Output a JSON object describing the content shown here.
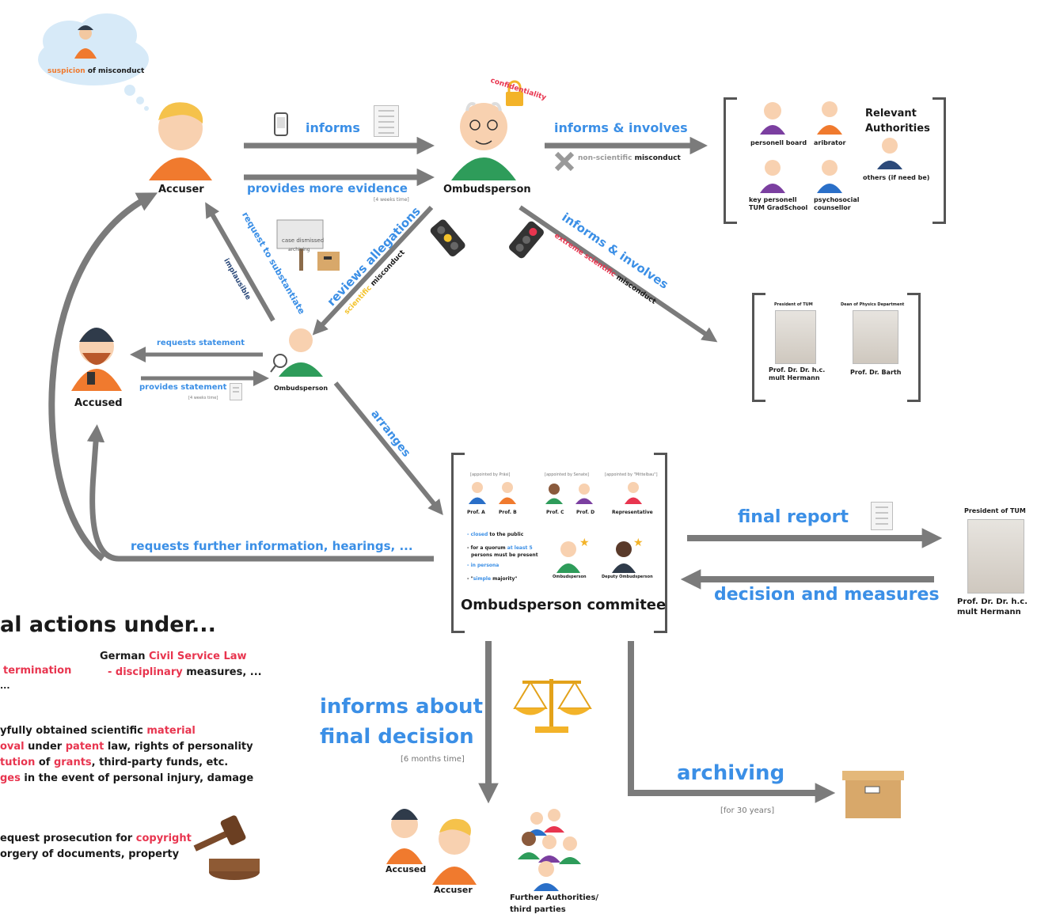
{
  "cloud": {
    "suspicion": "suspicion",
    "of_misconduct": "of misconduct"
  },
  "roles": {
    "accuser": "Accuser",
    "ombudsperson": "Ombudsperson",
    "accused": "Accused",
    "ombudsperson_small": "Ombudsperson",
    "confidentiality": "confidentiality"
  },
  "edges": {
    "informs": "informs",
    "provides_more_evidence": "provides more evidence",
    "weeks_small": "[4 weeks time]",
    "informs_involves": "informs & involves",
    "non_scientific": "non-scientific",
    "misconduct": "misconduct",
    "request_to_substantiate": "request to substantiate",
    "implausible": "implausible",
    "reviews_allegations": "reviews allegations",
    "scientific": "scientific",
    "informs_involves_2": "informs & involves",
    "extreme_scientific": "extreme scientific",
    "requests_statement": "requests statement",
    "provides_statement": "provides statement",
    "arranges": "arranges",
    "requests_further": "requests further information, hearings, ...",
    "final_report": "final report",
    "decision_measures": "decision and measures",
    "informs_about": "informs about",
    "final_decision": "final decision",
    "six_months": "[6 months time]",
    "archiving": "archiving",
    "thirty_years": "[for 30 years]"
  },
  "sign": {
    "case_dismissed": "case dismissed",
    "archiving": "archiving"
  },
  "authorities": {
    "title_line1": "Relevant",
    "title_line2": "Authorities",
    "personell_board": "personell board",
    "arbitrator": "aribrator",
    "others": "others (if need be)",
    "key_personell_1": "key personell",
    "key_personell_2": "TUM GradSchool",
    "psychosocial_1": "psychosocial",
    "psychosocial_2": "counsellor"
  },
  "leaders": {
    "president_title": "President of TUM",
    "dean_title": "Dean of Physics Department",
    "hermann_1": "Prof. Dr. Dr. h.c.",
    "hermann_2": "mult Hermann",
    "barth": "Prof. Dr. Barth"
  },
  "committee": {
    "title": "Ombudsperson commitee",
    "appointed_a": "[appointed by Präsi]",
    "appointed_b": "[appointed by Senate]",
    "appointed_c": "[appointed by \"Mittelbau\"]",
    "prof_a": "Prof. A",
    "prof_b": "Prof. B",
    "prof_c": "Prof. C",
    "prof_d": "Prof. D",
    "representative": "Representative",
    "rule1_a": "- closed",
    "rule1_b": " to the public",
    "rule2_a": "- for a quorum ",
    "rule2_b": "at least 5",
    "rule2_c": "persons must be present",
    "rule3": "- in persona",
    "rule4_a": "- \"",
    "rule4_b": "simple",
    "rule4_c": " majority\"",
    "ombudsperson": "Ombudsperson",
    "deputy": "Deputy Ombudsperson"
  },
  "president_right": {
    "title": "President of TUM",
    "name1": "Prof. Dr. Dr. h.c.",
    "name2": "mult Hermann"
  },
  "bottom": {
    "accused": "Accused",
    "accuser": "Accuser",
    "further_1": "Further Authorities/",
    "further_2": "third parties"
  },
  "legal": {
    "heading": "al actions under...",
    "civil_service_1": "German ",
    "civil_service_2": "Civil Service Law",
    "disciplinary_1": "- disciplinary",
    "disciplinary_2": " measures, ...",
    "termination": "termination",
    "ellipsis": "...",
    "line1_a": "yfully obtained scientific ",
    "line1_b": "material",
    "line2_a": "oval",
    "line2_b": " under ",
    "line2_c": "patent",
    "line2_d": " law, rights of personality",
    "line3_a": "tution",
    "line3_b": " of ",
    "line3_c": "grants",
    "line3_d": ", third-party funds, etc.",
    "line4_a": "ges",
    "line4_b": " in the event of personal injury, damage",
    "line5_a": "equest prosecution for ",
    "line5_b": "copyright",
    "line6": "orgery of documents, property"
  },
  "colors": {
    "arrow": "#7b7b7b",
    "blue": "#3b8fe6",
    "red": "#e8354f",
    "orange": "#f07a2e",
    "green": "#2e9c5a"
  }
}
